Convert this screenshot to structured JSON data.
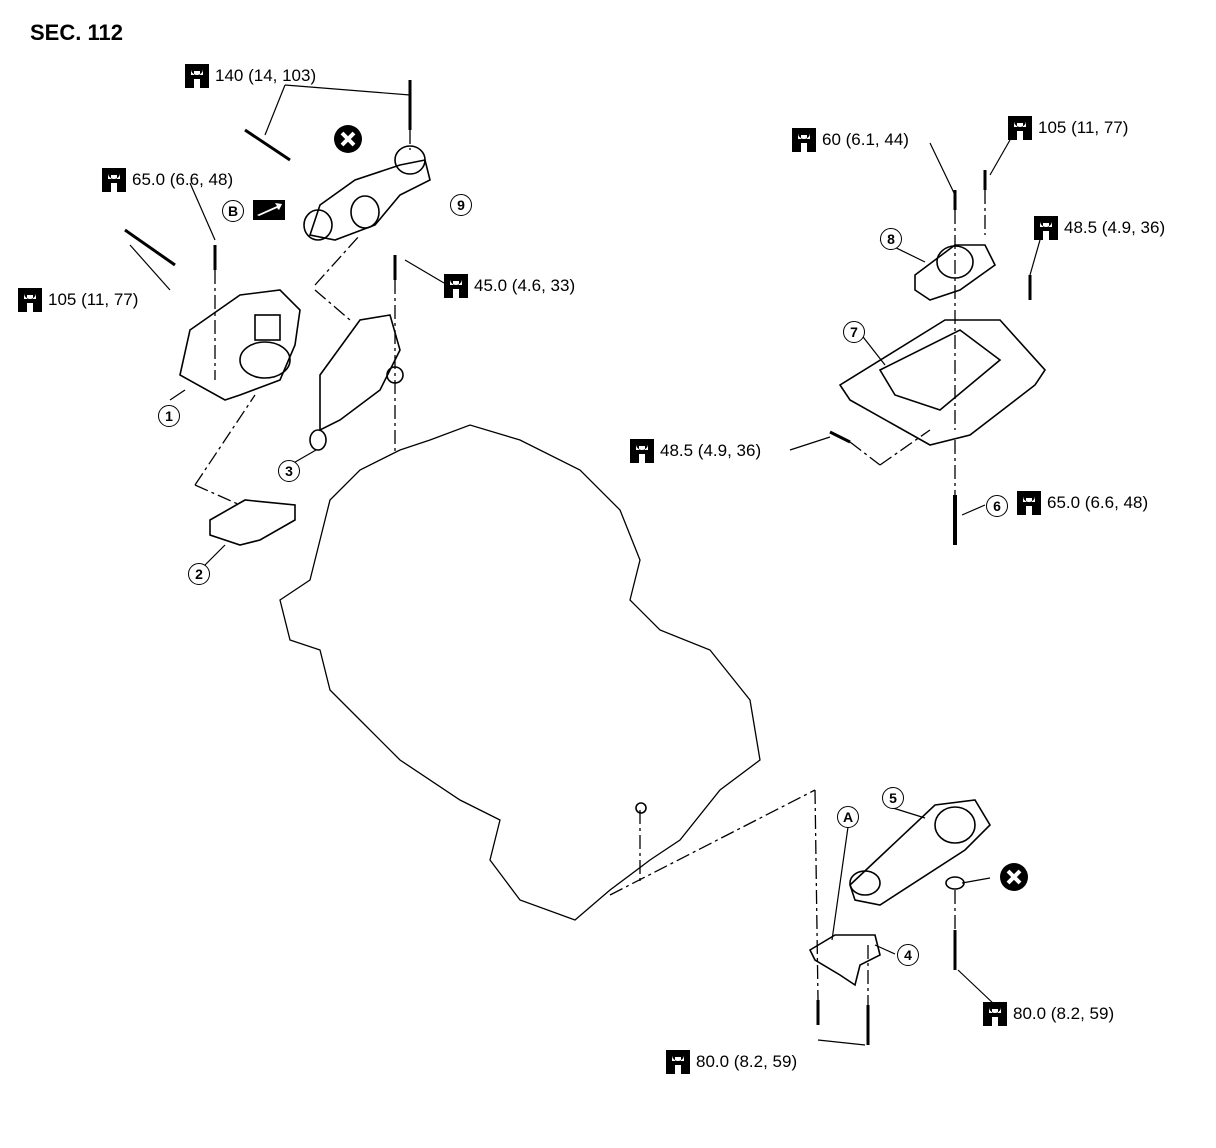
{
  "section": "SEC. 112",
  "torque_labels": [
    {
      "id": "t140",
      "text": "140 (14, 103)"
    },
    {
      "id": "t65a",
      "text": "65.0 (6.6, 48)"
    },
    {
      "id": "t105a",
      "text": "105 (11, 77)"
    },
    {
      "id": "t45",
      "text": "45.0 (4.6, 33)"
    },
    {
      "id": "t60",
      "text": "60 (6.1, 44)"
    },
    {
      "id": "t105b",
      "text": "105 (11, 77)"
    },
    {
      "id": "t485a",
      "text": "48.5 (4.9, 36)"
    },
    {
      "id": "t485b",
      "text": "48.5 (4.9, 36)"
    },
    {
      "id": "t65b",
      "text": "65.0 (6.6, 48)"
    },
    {
      "id": "t80a",
      "text": "80.0 (8.2, 59)"
    },
    {
      "id": "t80b",
      "text": "80.0 (8.2, 59)"
    }
  ],
  "callouts": [
    "1",
    "2",
    "3",
    "4",
    "5",
    "6",
    "7",
    "8",
    "9",
    "A",
    "B"
  ],
  "icons": {
    "torque": "torque-wrench-icon",
    "discard": "do-not-reuse-icon",
    "direction": "arrow-direction-icon"
  }
}
